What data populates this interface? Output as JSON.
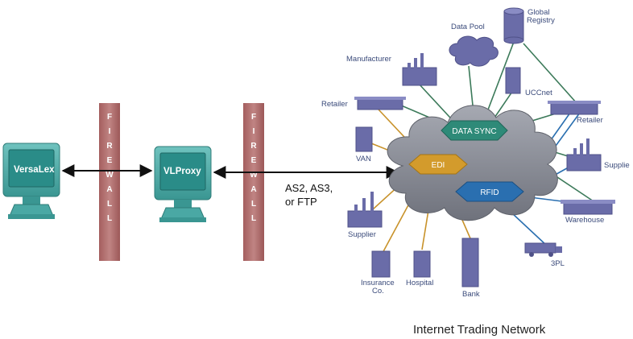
{
  "computers": {
    "left_label": "VersaLex",
    "right_label": "VLProxy"
  },
  "firewall_letters": [
    "F",
    "I",
    "R",
    "E",
    "W",
    "A",
    "L",
    "L"
  ],
  "protocols": [
    "AS2, AS3,",
    "or FTP"
  ],
  "hubs": {
    "data_sync": "DATA SYNC",
    "edi": "EDI",
    "rfid": "RFID"
  },
  "nodes": {
    "data_pool": "Data Pool",
    "global_registry_1": "Global",
    "global_registry_2": "Registry",
    "manufacturer": "Manufacturer",
    "uccnet": "UCCnet",
    "retailer_left": "Retailer",
    "retailer_right": "Retailer",
    "van": "VAN",
    "supplier_right": "Supplie",
    "warehouse": "Warehouse",
    "three_pl": "3PL",
    "supplier_left": "Supplier",
    "insurance_1": "Insurance",
    "insurance_2": "Co.",
    "hospital": "Hospital",
    "bank": "Bank"
  },
  "caption": "Internet Trading Network",
  "colors": {
    "firewall": "#b0706f",
    "monitor": "#4aa8a4",
    "screen": "#2a8c88",
    "cloud": "#8a8d96",
    "data_sync": "#2e8a78",
    "edi": "#d39b2c",
    "rfid": "#2a6fb0",
    "line_green": "#3c7a5a",
    "line_orange": "#c8922a",
    "line_blue": "#2a6fb0",
    "building": "#6a6ca8"
  }
}
